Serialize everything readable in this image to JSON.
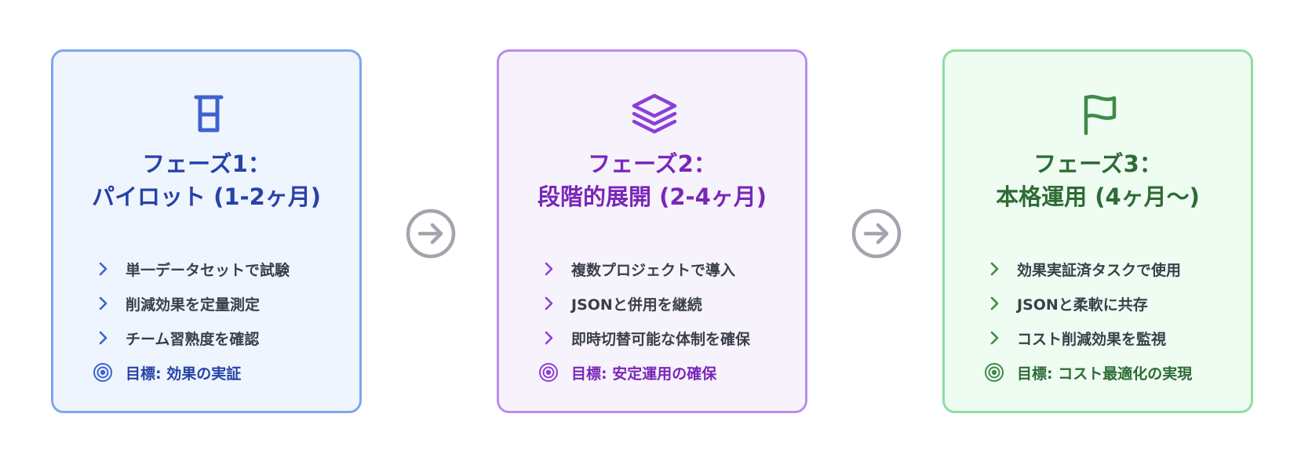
{
  "phases": [
    {
      "icon": "beaker-icon",
      "title_line1": "フェーズ1：",
      "title_line2": "パイロット (1-2ヶ月)",
      "items": [
        "単一データセットで試験",
        "削減効果を定量測定",
        "チーム習熟度を確認"
      ],
      "goal": "目標: 効果の実証",
      "accent": "#2742a7"
    },
    {
      "icon": "layers-icon",
      "title_line1": "フェーズ2：",
      "title_line2": "段階的展開 (2-4ヶ月)",
      "items": [
        "複数プロジェクトで導入",
        "JSONと併用を継続",
        "即時切替可能な体制を確保"
      ],
      "goal": "目標: 安定運用の確保",
      "accent": "#7a27b8"
    },
    {
      "icon": "flag-icon",
      "title_line1": "フェーズ3：",
      "title_line2": "本格運用 (4ヶ月〜)",
      "items": [
        "効果実証済タスクで使用",
        "JSONと柔軟に共存",
        "コスト削減効果を監視"
      ],
      "goal": "目標: コスト最適化の実現",
      "accent": "#2e6b35"
    }
  ],
  "connector_icon": "arrow-right-circle-icon"
}
